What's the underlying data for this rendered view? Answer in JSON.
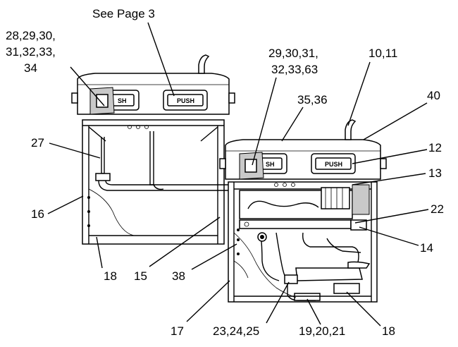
{
  "callouts": {
    "see_page": "See Page 3",
    "c28_line1": "28,29,30,",
    "c28_line2": "31,32,33,",
    "c28_line3": "34",
    "c29_line1": "29,30,31,",
    "c29_line2": "32,33,63",
    "c10": "10,11",
    "c35": "35,36",
    "c40": "40",
    "c27": "27",
    "c12": "12",
    "c13": "13",
    "c16": "16",
    "c22": "22",
    "c14": "14",
    "c15": "15",
    "c18_left": "18",
    "c38": "38",
    "c17": "17",
    "c23": "23,24,25",
    "c19": "19,20,21",
    "c18_right": "18"
  },
  "buttons": {
    "left_push": "PUSH",
    "left_push_partial": "SH",
    "right_push": "PUSH",
    "right_push_partial": "SH"
  }
}
